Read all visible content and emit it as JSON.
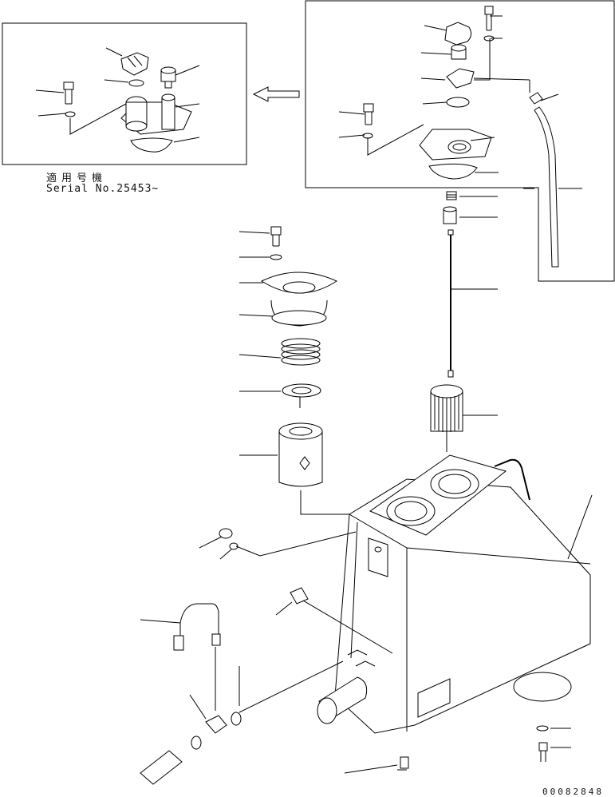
{
  "serial_note": {
    "japanese": "適用号機",
    "serial": "Serial No.25453~"
  },
  "drawing_number": "00082848",
  "icons": [
    "arrow-left-icon"
  ]
}
